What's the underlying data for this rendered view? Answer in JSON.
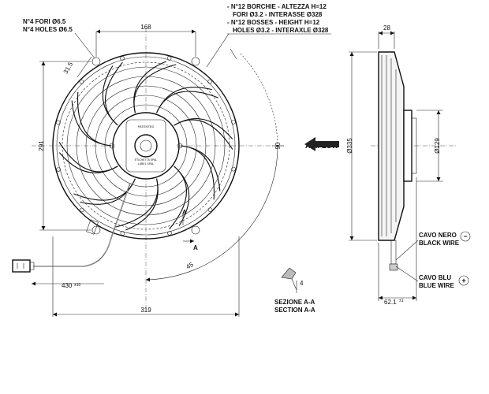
{
  "callouts": {
    "holes_it": "N°4 FORI Ø6.5",
    "holes_en": "N°4 HOLES Ø6.5",
    "bosses_line1": "- N°12 BORCHIE - ALTEZZA H=12",
    "bosses_line2": "FORI Ø3.2 - INTERASSE Ø328",
    "bosses_line3": "- N°12 BOSSES - HEIGHT H=12",
    "bosses_line4": "HOLES Ø3.2 - INTERAXLE Ø328"
  },
  "dimensions": {
    "width_top": "168",
    "offset_small": "31.5",
    "height_left": "291",
    "center_offset": "90",
    "cable_length": "430",
    "cable_tol": "±10",
    "overall_width": "319",
    "depth_top": "28",
    "diameter_outer": "Ø335",
    "diameter_motor": "Ø129",
    "depth_bottom": "62.1",
    "depth_tol": "±1",
    "angle": "45",
    "section_dim": "4"
  },
  "section_marks": {
    "a1": "A",
    "a2": "A"
  },
  "airflow": "AIRFLOW",
  "section_label_it": "SEZIONE A-A",
  "section_label_en": "SECTION A-A",
  "wires": {
    "black_it": "CAVO NERO",
    "black_en": "BLACK WIRE",
    "black_sign": "−",
    "blue_it": "CAVO BLU",
    "blue_en": "BLUE WIRE",
    "blue_sign": "+"
  },
  "hub_labels": {
    "top": "PATENTED",
    "mid": "ETICHETTA SPAL",
    "bottom": "LABEL SPAL"
  }
}
